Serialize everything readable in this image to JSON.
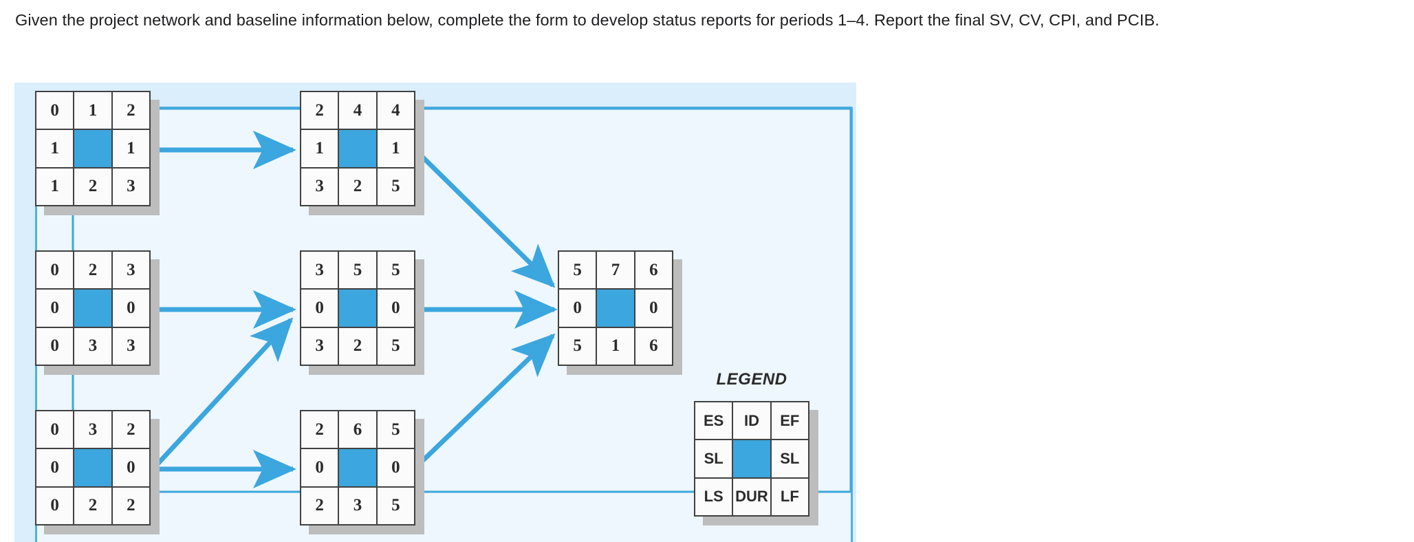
{
  "prompt": {
    "line1": "Given the project network and baseline information below, complete the form to develop status reports for periods 1–4. Report the",
    "line2": "final SV, CV, CPI, and PCIB."
  },
  "diagram": {
    "type": "activity-on-node-project-network",
    "accent_color": "#3ca6de",
    "panel_color": "#daeefb",
    "inner_color": "#eef7fe",
    "legend": {
      "title": "LEGEND",
      "cells": [
        "ES",
        "ID",
        "EF",
        "SL",
        "",
        "SL",
        "LS",
        "DUR",
        "LF"
      ]
    },
    "nodes": [
      {
        "key": "n1",
        "es": "0",
        "id": "1",
        "ef": "2",
        "sl_left": "1",
        "sl_right": "1",
        "ls": "1",
        "dur": "2",
        "lf": "3"
      },
      {
        "key": "n4",
        "es": "2",
        "id": "4",
        "ef": "4",
        "sl_left": "1",
        "sl_right": "1",
        "ls": "3",
        "dur": "2",
        "lf": "5"
      },
      {
        "key": "n2",
        "es": "0",
        "id": "2",
        "ef": "3",
        "sl_left": "0",
        "sl_right": "0",
        "ls": "0",
        "dur": "3",
        "lf": "3"
      },
      {
        "key": "n5",
        "es": "3",
        "id": "5",
        "ef": "5",
        "sl_left": "0",
        "sl_right": "0",
        "ls": "3",
        "dur": "2",
        "lf": "5"
      },
      {
        "key": "n7",
        "es": "5",
        "id": "7",
        "ef": "6",
        "sl_left": "0",
        "sl_right": "0",
        "ls": "5",
        "dur": "1",
        "lf": "6"
      },
      {
        "key": "n3",
        "es": "0",
        "id": "3",
        "ef": "2",
        "sl_left": "0",
        "sl_right": "0",
        "ls": "0",
        "dur": "2",
        "lf": "2"
      },
      {
        "key": "n6",
        "es": "2",
        "id": "6",
        "ef": "5",
        "sl_left": "0",
        "sl_right": "0",
        "ls": "2",
        "dur": "3",
        "lf": "5"
      }
    ],
    "edges": [
      {
        "from": "start",
        "to": "n1"
      },
      {
        "from": "start",
        "to": "n2"
      },
      {
        "from": "start",
        "to": "n3"
      },
      {
        "from": "n1",
        "to": "n4"
      },
      {
        "from": "n4",
        "to": "n7"
      },
      {
        "from": "n2",
        "to": "n5"
      },
      {
        "from": "n3",
        "to": "n5"
      },
      {
        "from": "n3",
        "to": "n6"
      },
      {
        "from": "n5",
        "to": "n7"
      },
      {
        "from": "n6",
        "to": "n7"
      },
      {
        "from": "n1",
        "to": "finish"
      },
      {
        "from": "n6",
        "to": "finish"
      }
    ]
  }
}
